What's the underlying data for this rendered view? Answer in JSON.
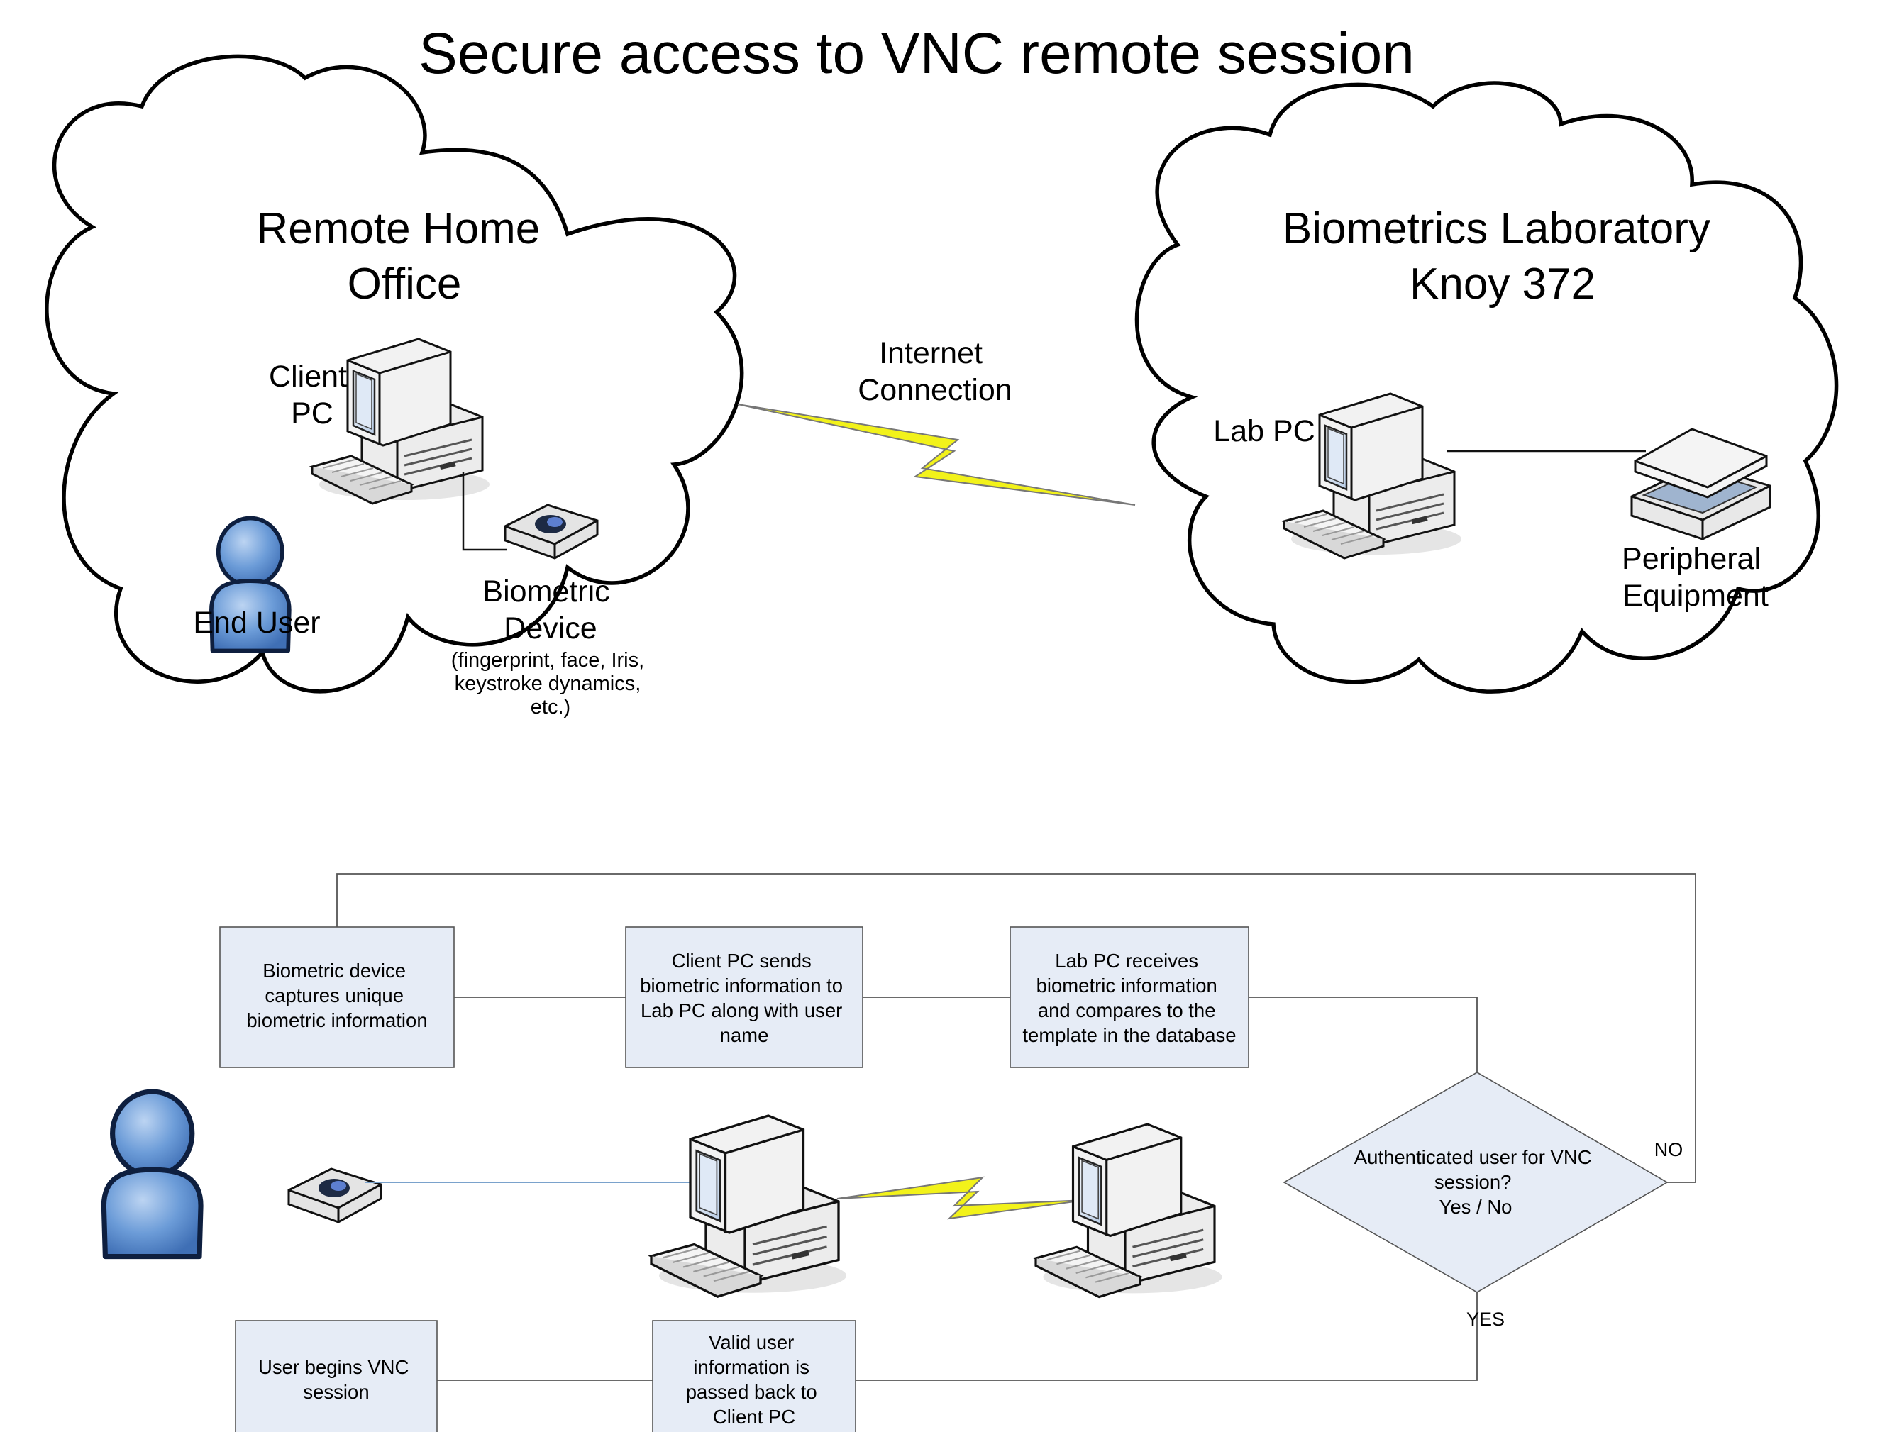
{
  "title": "Secure access to VNC remote session",
  "top": {
    "home": {
      "title_lines": [
        "Remote Home",
        "Office"
      ],
      "client_pc_lines": [
        "Client",
        "PC"
      ],
      "end_user": "End User",
      "device_lines": [
        "Biometric",
        "Device"
      ],
      "device_note_lines": [
        "(fingerprint, face, Iris,",
        "keystroke dynamics,",
        "etc.)"
      ]
    },
    "internet_lines": [
      "Internet",
      "Connection"
    ],
    "lab": {
      "title_lines": [
        "Biometrics Laboratory",
        "Knoy 372"
      ],
      "lab_pc": "Lab PC",
      "peripheral_lines": [
        "Peripheral",
        "Equipment"
      ]
    }
  },
  "flow": {
    "step1_lines": [
      "Biometric device",
      "captures unique",
      "biometric information"
    ],
    "step2_lines": [
      "Client PC sends",
      "biometric information to",
      "Lab PC along with user",
      "name"
    ],
    "step3_lines": [
      "Lab PC receives",
      "biometric information",
      "and compares to the",
      "template in the database"
    ],
    "decision_lines": [
      "Authenticated user for VNC",
      "session?",
      "Yes / No"
    ],
    "no_label": "NO",
    "yes_label": "YES",
    "step5_lines": [
      "Valid user",
      "information is",
      "passed back to",
      "Client PC"
    ],
    "step6_lines": [
      "User begins VNC",
      "session"
    ]
  },
  "colors": {
    "box_fill": "#e6ecf6",
    "person_blue": "#5b8fd0",
    "lightning": "#f2f21a"
  }
}
